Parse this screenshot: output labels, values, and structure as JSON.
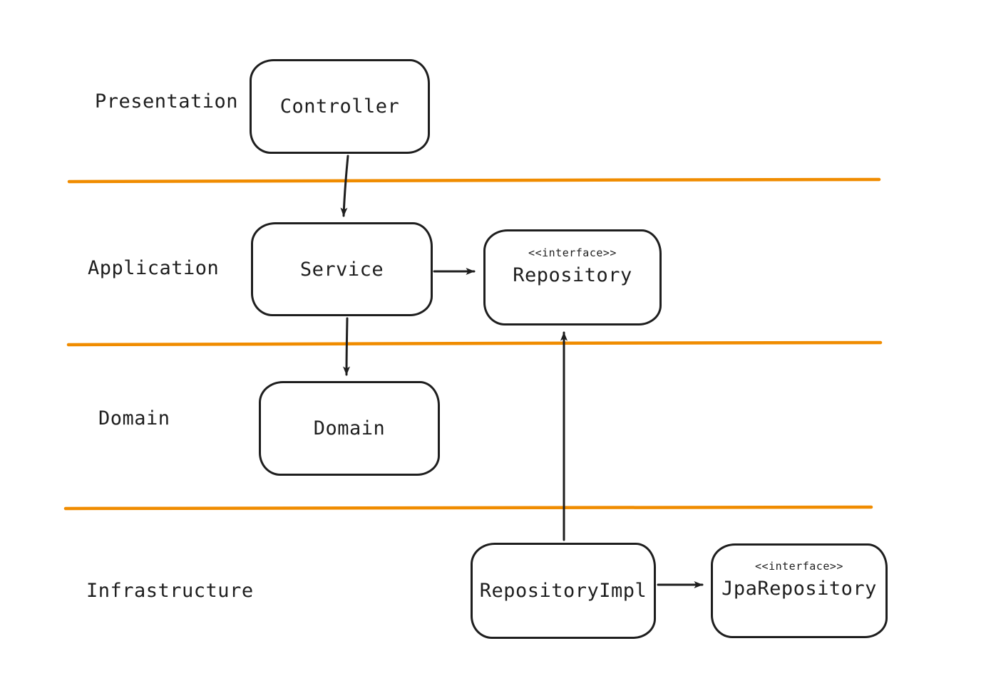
{
  "diagram": {
    "type": "layered-architecture",
    "layers": [
      {
        "label": "Presentation"
      },
      {
        "label": "Application"
      },
      {
        "label": "Domain"
      },
      {
        "label": "Infrastructure"
      }
    ],
    "boxes": {
      "controller": {
        "label": "Controller"
      },
      "service": {
        "label": "Service"
      },
      "repository": {
        "stereotype": "<<interface>>",
        "label": "Repository"
      },
      "domain": {
        "label": "Domain"
      },
      "repository_impl": {
        "label": "RepositoryImpl"
      },
      "jpa_repository": {
        "stereotype": "<<interface>>",
        "label": "JpaRepository"
      }
    },
    "edges": [
      {
        "from": "Controller",
        "to": "Service",
        "style": "arrow"
      },
      {
        "from": "Service",
        "to": "Repository",
        "style": "arrow"
      },
      {
        "from": "Service",
        "to": "Domain",
        "style": "arrow"
      },
      {
        "from": "RepositoryImpl",
        "to": "Repository",
        "style": "arrow"
      },
      {
        "from": "RepositoryImpl",
        "to": "JpaRepository",
        "style": "arrow"
      }
    ],
    "colors": {
      "stroke": "#1e1e1e",
      "divider": "#f08c00",
      "background": "#ffffff"
    }
  }
}
